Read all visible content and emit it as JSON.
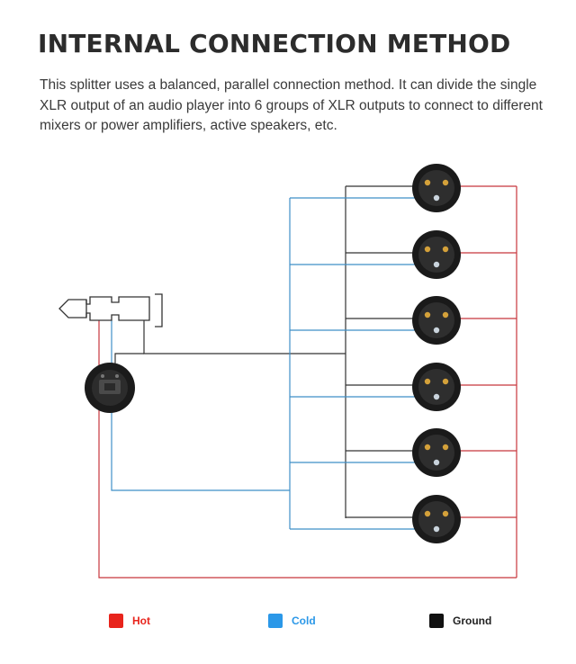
{
  "title": "INTERNAL CONNECTION METHOD",
  "description": "This splitter uses a balanced, parallel connection method. It can divide the single XLR output of an audio player into 6 groups of XLR outputs to connect to different mixers or power amplifiers, active speakers, etc.",
  "legend": {
    "hot": {
      "label": "Hot",
      "color": "#e8241c"
    },
    "cold": {
      "label": "Cold",
      "color": "#2b98e8"
    },
    "ground": {
      "label": "Ground",
      "color": "#111111"
    }
  },
  "wire_colors": {
    "hot": "#c8363c",
    "cold": "#3f8fc7",
    "ground": "#333333"
  },
  "outputs": 6
}
